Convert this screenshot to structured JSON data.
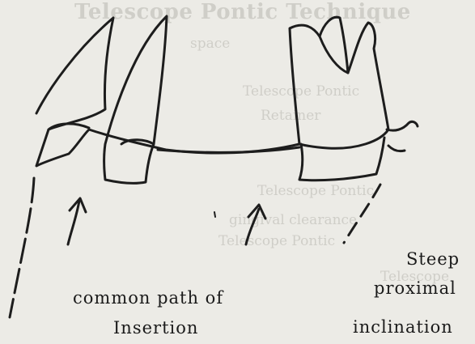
{
  "background_text": {
    "heading": "Telescope Pontic Technique",
    "lines": [
      "space",
      "Telescope Pontic",
      "Retainer",
      "Telescope Pontic",
      "gingival clearance",
      "Telescope Pontic",
      "Telescope"
    ]
  },
  "labels": {
    "common_path_line1": "common path of",
    "common_path_line2": "Insertion",
    "steep_line1": "Steep",
    "steep_line2": "proximal",
    "steep_line3": "inclination"
  },
  "colors": {
    "ink": "#1d1d1d",
    "paper": "#ecebe6",
    "bleed": "#b9b7b0"
  }
}
